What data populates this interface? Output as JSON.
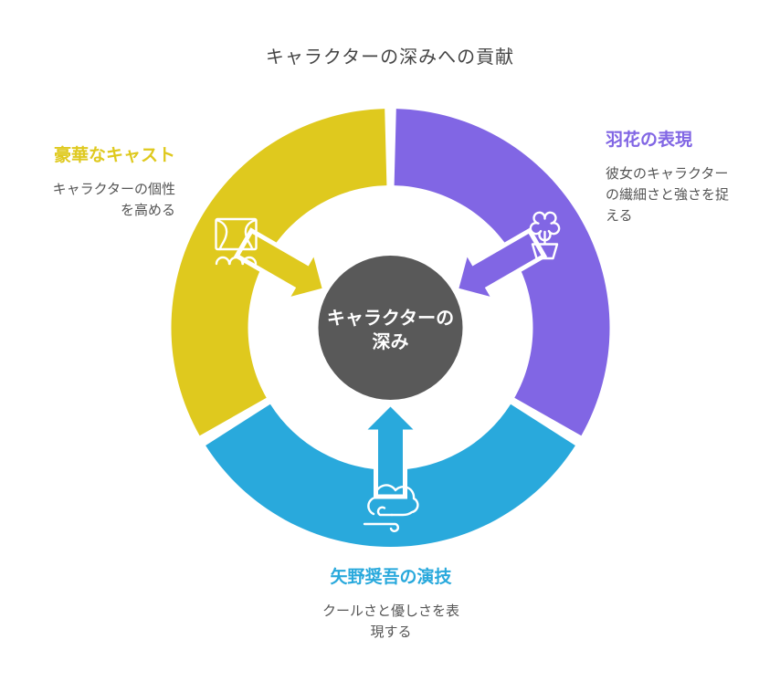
{
  "title": "キャラクターの深みへの貢献",
  "center": {
    "label": "キャラクターの深み",
    "lines": [
      "キャラクターの",
      "深み"
    ],
    "fill": "#595959",
    "text_color": "#ffffff"
  },
  "segments": [
    {
      "id": "cast",
      "title": "豪華なキャスト",
      "description": "キャラクターの個性を高める",
      "icon": "theater-stage-icon",
      "color": "#DFC91E"
    },
    {
      "id": "hana",
      "title": "羽花の表現",
      "description": "彼女のキャラクターの繊細さと強さを捉える",
      "icon": "potted-flower-icon",
      "color": "#8166E4"
    },
    {
      "id": "yano",
      "title": "矢野奨吾の演技",
      "description": "クールさと優しさを表現する",
      "icon": "wind-cloud-icon",
      "color": "#29A9DC"
    }
  ]
}
